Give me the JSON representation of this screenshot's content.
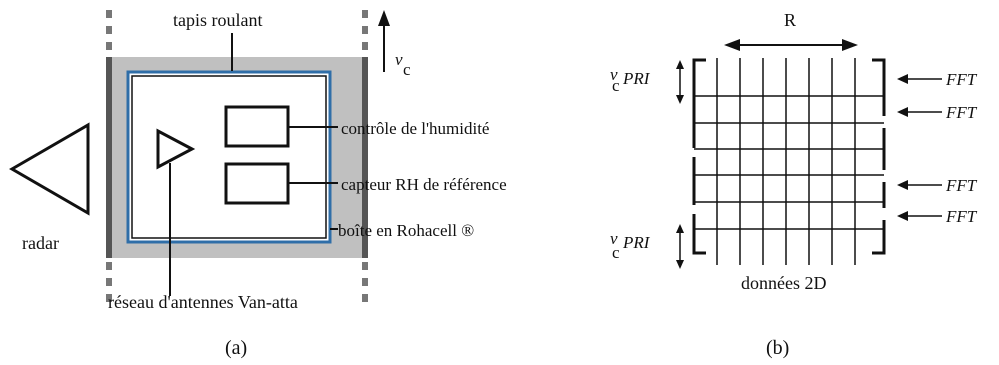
{
  "panel_a": {
    "conveyor_label": "tapis roulant",
    "velocity_symbol": "v",
    "velocity_subscript": "c",
    "radar_label": "radar",
    "humidity_control_label": "contrôle de l'humidité",
    "rh_sensor_label": "capteur RH de référence",
    "box_label": "boîte en Rohacell ®",
    "antenna_label": "réseau d'antennes Van-atta",
    "caption": "(a)"
  },
  "panel_b": {
    "range_label": "R",
    "pri_top_prefix": "v",
    "pri_top_sub": "c",
    "pri_top_suffix": "PRI",
    "pri_bottom_prefix": "v",
    "pri_bottom_sub": "c",
    "pri_bottom_suffix": "PRI",
    "fft_labels": [
      "FFT",
      "FFT",
      "FFT",
      "FFT"
    ],
    "data_label": "données 2D",
    "caption": "(b)"
  },
  "colors": {
    "frame_gray": "#c0c0c0",
    "belt_dark": "#555555",
    "inner_blue": "#2f6ea8",
    "ink": "#111111"
  }
}
